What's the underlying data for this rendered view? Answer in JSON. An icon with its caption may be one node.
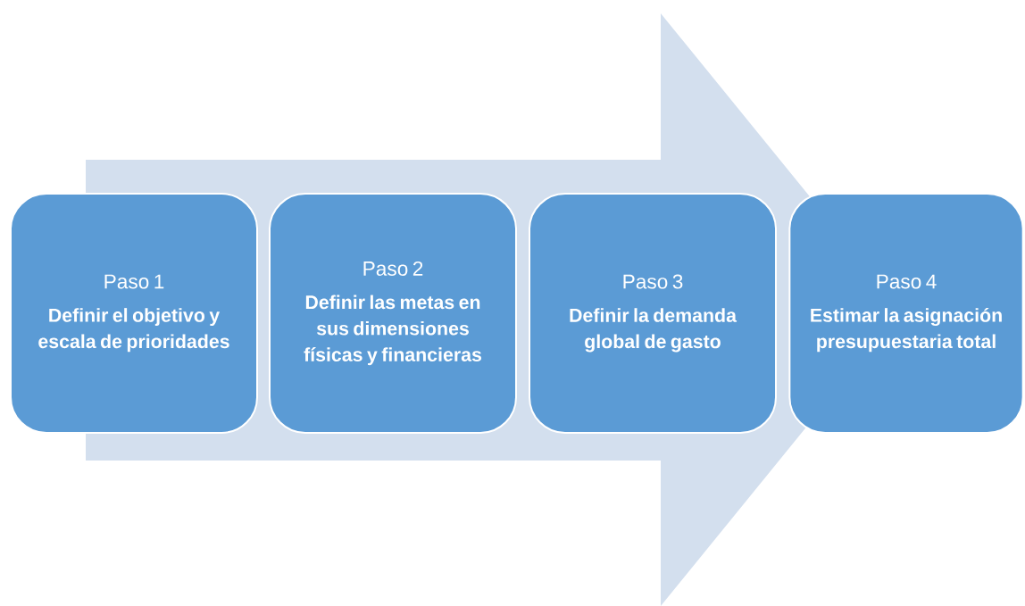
{
  "diagram": {
    "nodes": [
      {
        "text": [
          "Paso 1",
          "Definir el objetivo y escala de prioridades"
        ]
      },
      {
        "text": [
          "Paso 2",
          "Definir las metas en sus dimensiones físicas y financieras"
        ]
      },
      {
        "text": [
          "Paso 3",
          "Definir la demanda global de gasto"
        ]
      },
      {
        "text": [
          "Paso 4",
          "Estimar la asignación presupuestaria total"
        ]
      }
    ],
    "edges": [
      {
        "from": 0,
        "to": 3,
        "arrow": "to"
      }
    ]
  }
}
